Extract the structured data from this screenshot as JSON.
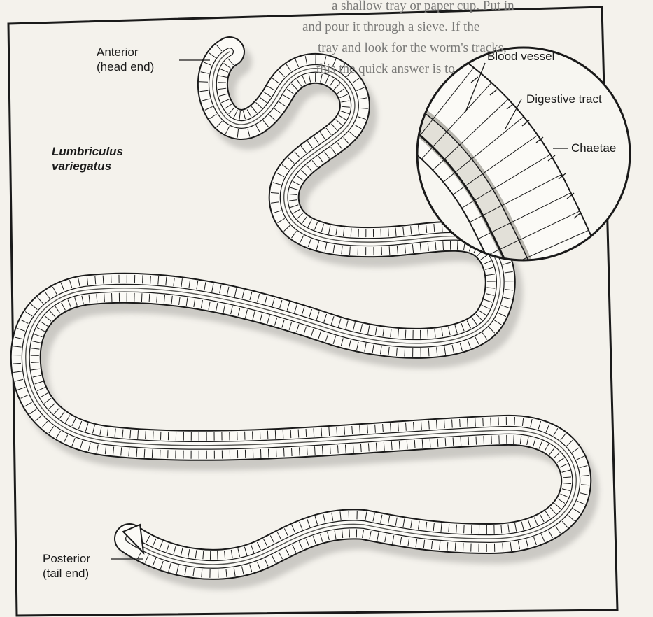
{
  "figure": {
    "species_line1": "Lumbriculus",
    "species_line2": "variegatus",
    "anterior_line1": "Anterior",
    "anterior_line2": "(head end)",
    "posterior_line1": "Posterior",
    "posterior_line2": "(tail end)",
    "inset_labels": {
      "blood_vessel": "Blood vessel",
      "digestive_tract": "Digestive tract",
      "chaetae": "Chaetae"
    }
  },
  "page_bleed_text": [
    "a shallow tray or paper cup. Put in",
    "and pour it through a sieve. If the",
    "tray and look for the worm's tracks,",
    "this the quick answer is to"
  ],
  "colors": {
    "paper": "#f4f2ec",
    "ink": "#1a1a1a",
    "shadow": "#9a9894",
    "worm_fill": "#fbfaf6",
    "inset_wash": "#e8e6df"
  }
}
